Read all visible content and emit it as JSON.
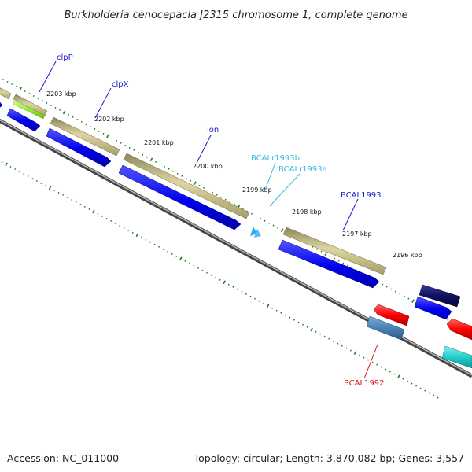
{
  "title": "Burkholderia cenocepacia J2315 chromosome 1, complete genome",
  "footer": {
    "accession": "Accession: NC_011000",
    "topology": "Topology: circular; Length: 3,870,082 bp; Genes: 3,557"
  },
  "ticks": [
    "2203 kbp",
    "2202 kbp",
    "2201 kbp",
    "2200 kbp",
    "2199 kbp",
    "2198 kbp",
    "2197 kbp",
    "2196 kbp"
  ],
  "gene_labels": [
    {
      "text": "clpP",
      "color": "#1a1acc"
    },
    {
      "text": "clpX",
      "color": "#1a1acc"
    },
    {
      "text": "lon",
      "color": "#1a1acc"
    },
    {
      "text": "BCALr1993b",
      "color": "#33bbdd"
    },
    {
      "text": "BCALr1993a",
      "color": "#33bbdd"
    },
    {
      "text": "BCAL1993",
      "color": "#1a1acc"
    },
    {
      "text": "BCAL1992",
      "color": "#dd1111"
    }
  ],
  "colors": {
    "backbone": "#808080",
    "forward_cds": "#0000ff",
    "forward_gene": "#b9b27a",
    "reverse_cds": "#ff0000",
    "reverse_gene_blue": "#4a82b4",
    "navy_gene": "#101060",
    "cyan_gene": "#22cccc",
    "lime_gene": "#99ee33",
    "tick_green": "#1e7a1e"
  }
}
